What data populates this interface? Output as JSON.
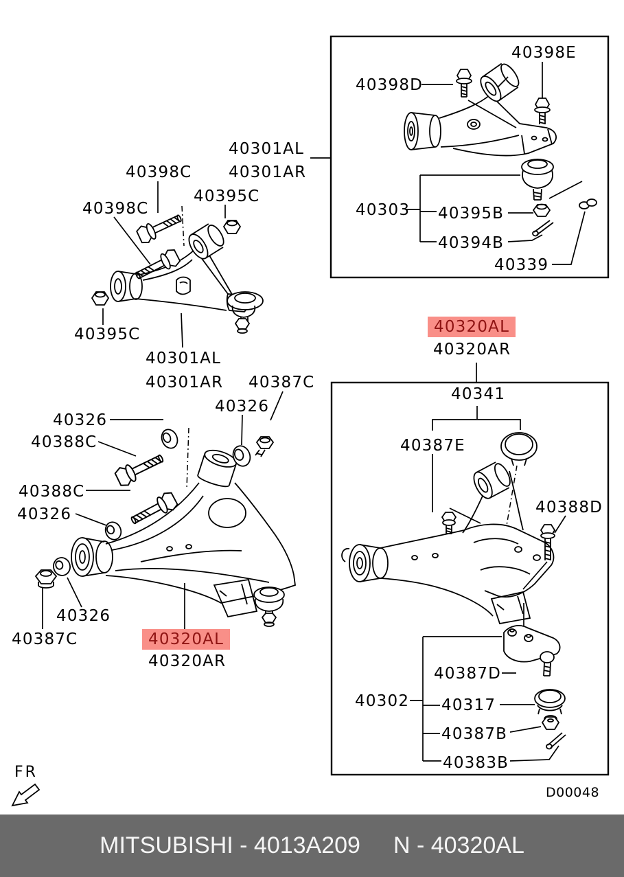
{
  "diagram": {
    "fr_label": "FR",
    "code": "D00048",
    "footer_left": "MITSUBISHI - 4013A209",
    "footer_right": "N - 40320AL",
    "highlight_bg": "#f98f88",
    "highlight_fg": "#8f1413",
    "footer_bg": "#6a6a6a"
  },
  "labels": {
    "a_40398e": "40398E",
    "a_40398d": "40398D",
    "a_40303": "40303",
    "a_40395b": "40395B",
    "a_40394b": "40394B",
    "a_40339": "40339",
    "t_40301al": "40301AL",
    "t_40301ar": "40301AR",
    "b_40398c_1": "40398C",
    "b_40398c_2": "40398C",
    "b_40395c_1": "40395C",
    "b_40395c_2": "40395C",
    "b_40301al": "40301AL",
    "b_40301ar": "40301AR",
    "c_40387c_1": "40387C",
    "c_40326_1": "40326",
    "c_40326_2": "40326",
    "c_40388c_1": "40388C",
    "c_40388c_2": "40388C",
    "c_40326_3": "40326",
    "c_40326_4": "40326",
    "c_40387c_2": "40387C",
    "c_40320al": "40320AL",
    "c_40320ar": "40320AR",
    "d_40320al": "40320AL",
    "d_40320ar": "40320AR",
    "d_40341": "40341",
    "d_40387e": "40387E",
    "d_40388d": "40388D",
    "d_40302": "40302",
    "d_40387d": "40387D",
    "d_40317": "40317",
    "d_40387b": "40387B",
    "d_40383b": "40383B"
  }
}
